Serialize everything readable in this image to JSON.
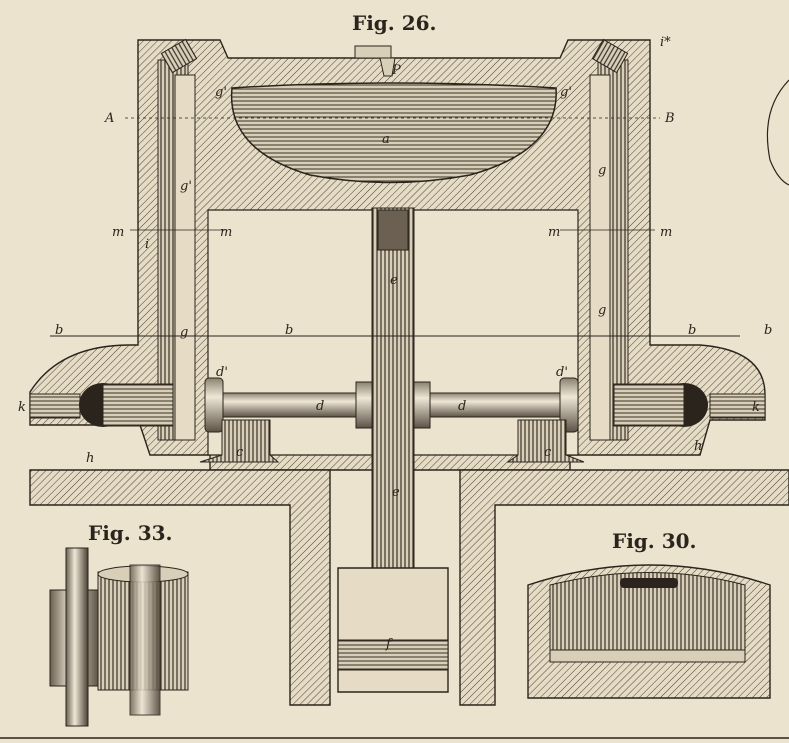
{
  "figures": {
    "fig26": {
      "title": "Fig. 26.",
      "labels": {
        "p": "P",
        "a": "a",
        "A": "A",
        "B": "B",
        "i_star": "i*",
        "g_left_top": "g'",
        "g_left_mid": "g'",
        "g_left_low": "g",
        "g_right_top": "g'",
        "g_right_low": "g",
        "g_right_upper": "g",
        "i_left": "i",
        "m_1": "m",
        "m_2": "m",
        "m_3": "m",
        "m_4": "m",
        "b_1": "b",
        "b_2": "b",
        "b_3": "b",
        "b_4": "b",
        "e_top": "e",
        "e_bottom": "e",
        "d_left": "d",
        "d_right": "d",
        "d_prime_left": "d'",
        "d_prime_right": "d'",
        "c_left": "c",
        "c_right": "c",
        "h_left": "h",
        "h_right": "h",
        "k_left": "k",
        "k_right": "k",
        "f": "f"
      }
    },
    "fig33": {
      "title": "Fig. 33."
    },
    "fig30": {
      "title": "Fig. 30."
    }
  },
  "colors": {
    "paper": "#ece3cf",
    "ink": "#2a241c"
  }
}
